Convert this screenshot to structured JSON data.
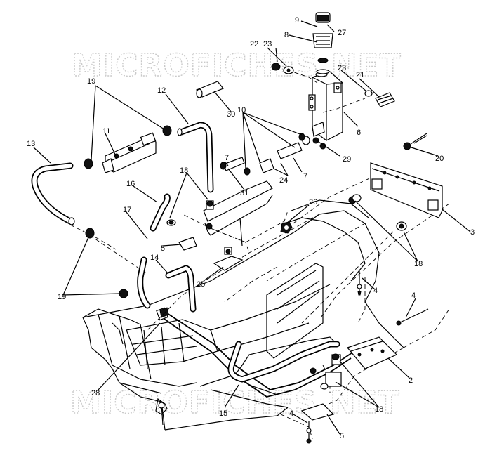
{
  "diagram": {
    "watermarks": [
      "MICROFICHES.NET",
      "MICROFICHES.NET"
    ],
    "callouts": [
      "27",
      "9",
      "8",
      "22",
      "23",
      "23",
      "21",
      "19",
      "12",
      "30",
      "10",
      "6",
      "11",
      "13",
      "7",
      "24",
      "29",
      "20",
      "18",
      "31",
      "7",
      "16",
      "26",
      "3",
      "17",
      "5",
      "18",
      "14",
      "4",
      "25",
      "19",
      "4",
      "15",
      "2",
      "28",
      "18",
      "4",
      "5"
    ]
  }
}
